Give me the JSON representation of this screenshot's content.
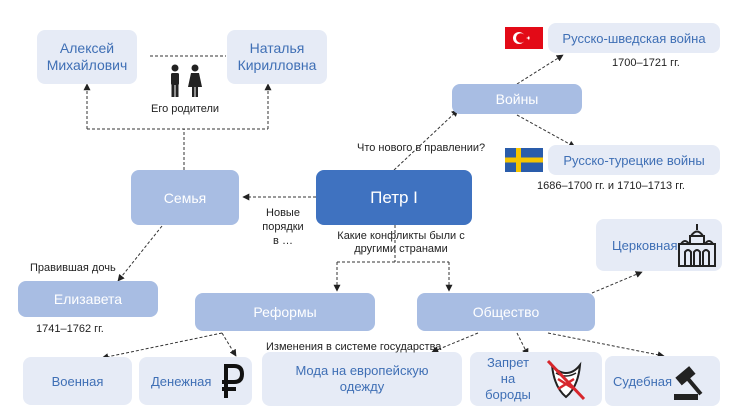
{
  "nodes": {
    "peter": "Петр I",
    "alexei": "Алексей Михайлович",
    "natalya": "Наталья Кирилловна",
    "family": "Семья",
    "wars": "Войны",
    "swedish_war": "Русско-шведская война",
    "turkish_war": "Русско-турецкие войны",
    "elizabeth": "Елизавета",
    "reforms": "Реформы",
    "society": "Общество",
    "church": "Церковная",
    "military": "Военная",
    "monetary": "Денежная",
    "fashion": "Мода на европейскую одежду",
    "beards": "Запрет на бороды",
    "judicial": "Судебная"
  },
  "labels": {
    "parents": "Его родители",
    "whats_new": "Что нового в правлении?",
    "swedish_dates": "1700–1721 гг.",
    "turkish_dates": "1686–1700 гг. и 1710–1713 гг.",
    "new_orders": "Новые порядки в …",
    "conflicts": "Какие конфликты были с другими странами",
    "ruling_daughter": "Правившая дочь",
    "elizabeth_dates": "1741–1762 гг.",
    "state_changes": "Изменения в системе государства"
  },
  "colors": {
    "dark_box": "#3f72c0",
    "mid_box": "#a8bde3",
    "light_box": "#e6ebf6",
    "light_text": "#3f6fb5",
    "turkey_flag": "#e30a17",
    "sweden_flag_blue": "#2a5caa",
    "sweden_flag_yellow": "#f5c400"
  },
  "icons": [
    "parents-icon",
    "turkey-flag-icon",
    "sweden-flag-icon",
    "church-icon",
    "ruble-icon",
    "no-beard-icon",
    "gavel-icon"
  ]
}
